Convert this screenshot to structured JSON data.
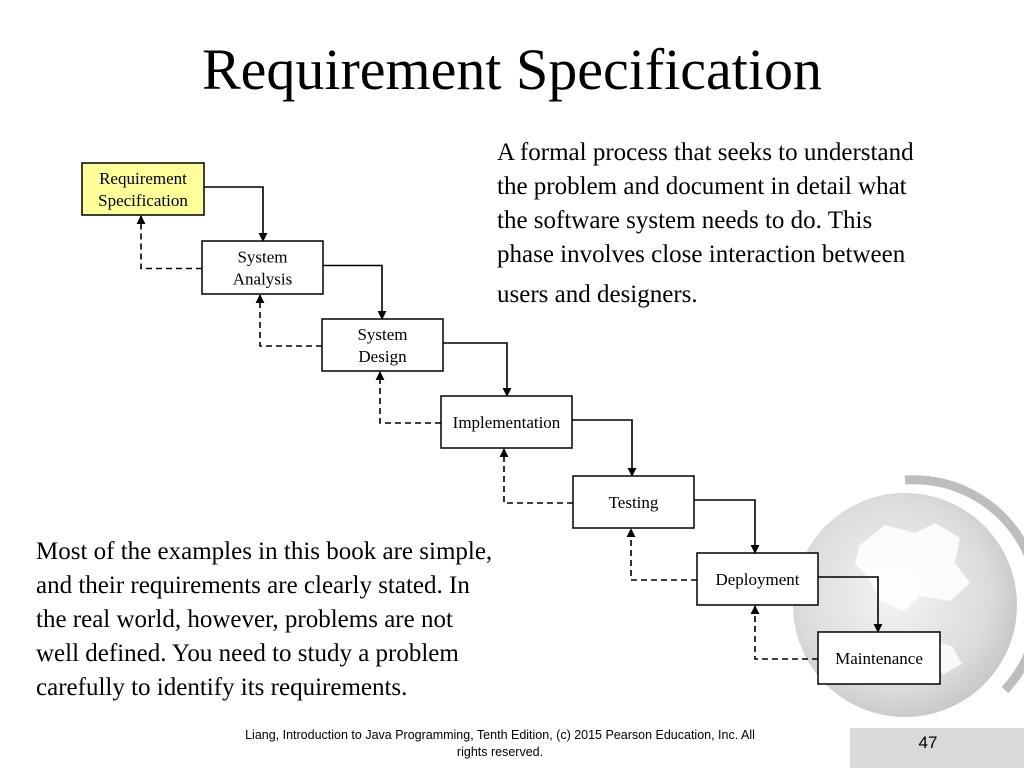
{
  "slide": {
    "title": "Requirement Specification",
    "description_lines": [
      "A formal process that seeks to understand",
      "the problem and document in detail what",
      "the software system needs to do. This",
      "phase involves close interaction between",
      "users and designers."
    ],
    "note_lines": [
      "Most of the examples in this book are simple,",
      "and their requirements are clearly stated. In",
      "the real world, however, problems are not",
      "well defined. You need to study a problem",
      "carefully to identify its requirements."
    ],
    "footer_lines": [
      "Liang, Introduction to Java Programming, Tenth Edition, (c) 2015 Pearson Education, Inc. All",
      "rights reserved."
    ],
    "page_number": "47"
  },
  "diagram": {
    "highlight_color": "#ffff99",
    "stages": [
      {
        "label_lines": [
          "Requirement",
          "Specification"
        ],
        "highlighted": true
      },
      {
        "label_lines": [
          "System",
          "Analysis"
        ],
        "highlighted": false
      },
      {
        "label_lines": [
          "System",
          "Design"
        ],
        "highlighted": false
      },
      {
        "label_lines": [
          "Implementation"
        ],
        "highlighted": false
      },
      {
        "label_lines": [
          "Testing"
        ],
        "highlighted": false
      },
      {
        "label_lines": [
          "Deployment"
        ],
        "highlighted": false
      },
      {
        "label_lines": [
          "Maintenance"
        ],
        "highlighted": false
      }
    ]
  }
}
